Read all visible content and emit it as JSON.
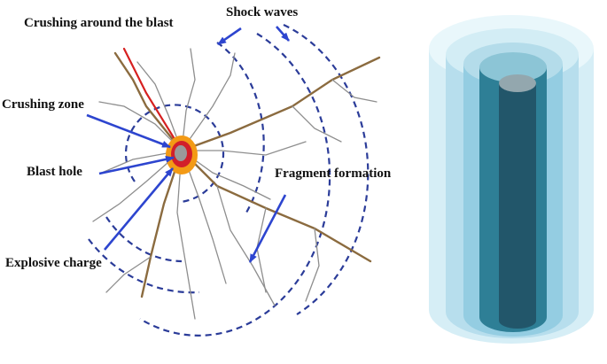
{
  "labels": {
    "crushing_around_blast": "Crushing around the blast",
    "shock_waves": "Shock waves",
    "crushing_zone": "Crushing zone",
    "blast_hole": "Blast hole",
    "fragment_formation": "Fragment formation",
    "explosive_charge": "Explosive charge"
  },
  "colors": {
    "wave_dash": "#2b3c99",
    "arrow": "#2d45cf",
    "crack_brown": "#8b6b3f",
    "crack_gray": "#8e8e8e",
    "red_crack": "#d62020",
    "charge_orange": "#f39a15",
    "zone_red": "#d21f2a",
    "hole_gray": "#9a9a9a",
    "cyl_outer": "#d6eef6",
    "cyl_mid1": "#b7deed",
    "cyl_mid2": "#94cde2",
    "cyl_inner": "#2e7f96",
    "cyl_core": "#22566a"
  }
}
